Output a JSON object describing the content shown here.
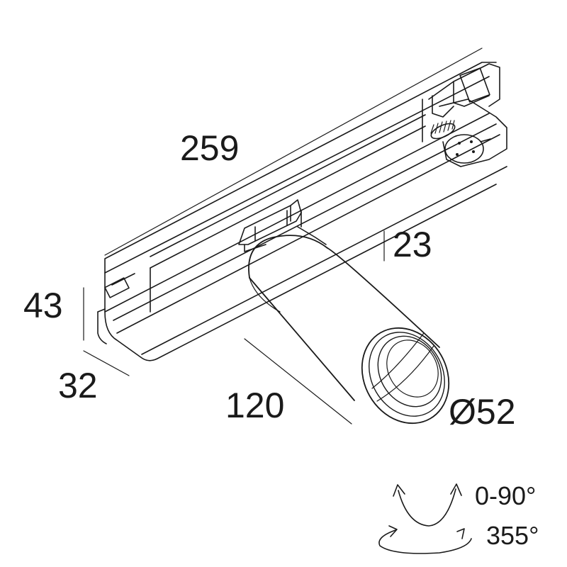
{
  "dimensions": {
    "length": "259",
    "adapter_height": "23",
    "total_height": "43",
    "width": "32",
    "body_length": "120",
    "diameter": "Ø52"
  },
  "rotation": {
    "tilt": "0-90°",
    "pan": "355°"
  },
  "colors": {
    "line": "#1a1a1a",
    "background": "#ffffff"
  },
  "icons": [
    "tilt-arrows-icon",
    "pan-arrows-icon"
  ]
}
